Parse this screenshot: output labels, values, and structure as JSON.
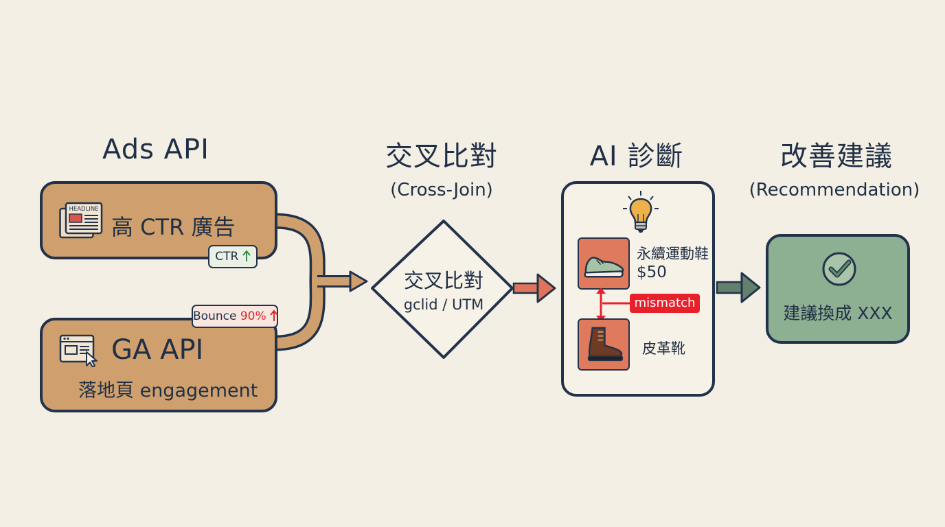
{
  "colors": {
    "background": "#f4efe4",
    "ink": "#22324a",
    "tan": "#cfa06e",
    "green": "#8daf92",
    "red": "#e8202a",
    "coral": "#df7a5c",
    "arrow_green": "#62806b",
    "up_green": "#2f8a45"
  },
  "ads": {
    "heading": "Ads API",
    "icon": "headline-newspaper-icon",
    "icon_text": "HEADLINE",
    "label": "高 CTR 廣告",
    "badge": "CTR",
    "badge_icon": "up-arrow-icon"
  },
  "ga": {
    "icon": "browser-cursor-icon",
    "title": "GA API",
    "label": "落地頁 engagement",
    "badge_text": "Bounce",
    "badge_value": "90%",
    "badge_icon": "up-arrow-icon"
  },
  "cross": {
    "heading": "交叉比對",
    "sub": "(Cross-Join)",
    "label": "交叉比對",
    "keys": "gclid / UTM"
  },
  "ai": {
    "heading": "AI 診斷",
    "icon": "lightbulb-icon",
    "product1_icon": "sneaker-icon",
    "product1_name": "永續運動鞋",
    "product1_price": "$50",
    "mismatch": "mismatch",
    "product2_icon": "boot-icon",
    "product2_name": "皮革靴"
  },
  "rec": {
    "heading": "改善建議",
    "sub": "(Recommendation)",
    "icon": "check-circle-icon",
    "label": "建議換成 XXX"
  }
}
